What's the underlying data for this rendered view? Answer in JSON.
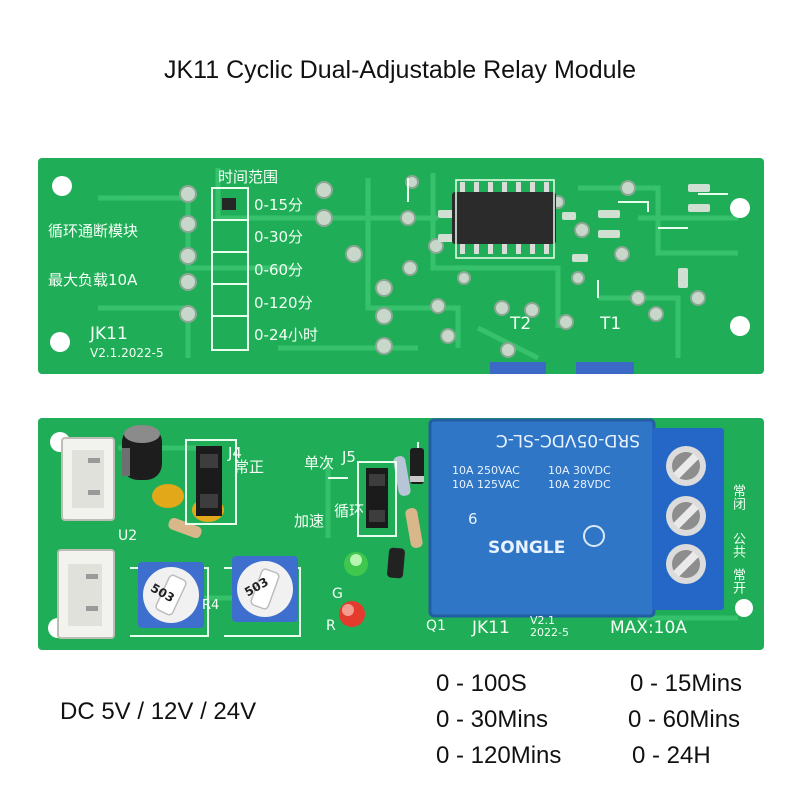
{
  "title": "JK11 Cyclic Dual-Adjustable Relay Module",
  "back_board": {
    "time_range_header": "时间范围",
    "time_ranges": [
      "0-15分",
      "0-30分",
      "0-60分",
      "0-120分",
      "0-24小时"
    ],
    "label_cycle": "循环通断模块",
    "label_max_load": "最大负载10A",
    "model": "JK11",
    "version": "V2.1.2022-5",
    "pot_t2": "T2",
    "pot_t1": "T1"
  },
  "front_board": {
    "relay_model": "SRD-05VDC-SL-C",
    "relay_ratings": [
      "10A 250VAC",
      "10A 125VAC",
      "10A 30VDC",
      "10A 28VDC"
    ],
    "relay_brand": "SONGLE",
    "relay_id": "6",
    "model": "JK11",
    "version_line1": "V2.1",
    "version_line2": "2022-5",
    "max_load": "MAX:10A",
    "j4": "J4",
    "j5": "J5",
    "u2": "U2",
    "q1": "Q1",
    "led_g": "G",
    "led_r": "R",
    "pot_r4": "R4",
    "label_normal": "常正",
    "label_single": "单次",
    "label_accel": "加速",
    "label_cycle": "循环",
    "terminal_nc": "常闭",
    "terminal_com": "公共",
    "terminal_no": "常开",
    "pot_code": "503"
  },
  "specs": {
    "voltage": "DC 5V / 12V / 24V",
    "range_1": "0 - 100S",
    "range_2": "0 - 15Mins",
    "range_3": "0 - 30Mins",
    "range_4": "0 - 60Mins",
    "range_5": "0 - 120Mins",
    "range_6": "0 - 24H"
  },
  "colors": {
    "pcb": "#1fae57",
    "relay": "#2f76c6",
    "terminal": "#2467c7",
    "connector": "#f2f2ee"
  }
}
